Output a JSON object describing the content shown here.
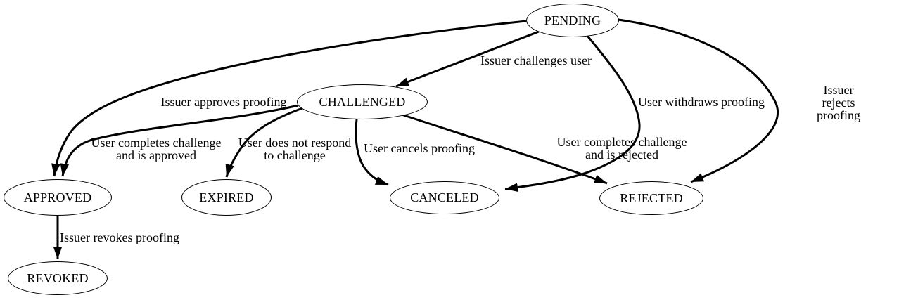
{
  "colors": {
    "background": "#ffffff",
    "node_fill": "#ffffff",
    "stroke": "#000000",
    "text": "#000000"
  },
  "nodes": {
    "pending": {
      "label": "PENDING"
    },
    "challenged": {
      "label": "CHALLENGED"
    },
    "approved": {
      "label": "APPROVED"
    },
    "expired": {
      "label": "EXPIRED"
    },
    "canceled": {
      "label": "CANCELED"
    },
    "rejected": {
      "label": "REJECTED"
    },
    "revoked": {
      "label": "REVOKED"
    }
  },
  "edges": {
    "pending_to_challenged": {
      "from": "PENDING",
      "to": "CHALLENGED",
      "label": "Issuer challenges user"
    },
    "pending_to_approved": {
      "from": "PENDING",
      "to": "APPROVED",
      "label": "Issuer approves proofing"
    },
    "pending_to_canceled": {
      "from": "PENDING",
      "to": "CANCELED",
      "label": "User withdraws proofing"
    },
    "pending_to_rejected": {
      "from": "PENDING",
      "to": "REJECTED",
      "label": "Issuer rejects proofing"
    },
    "challenged_to_approved": {
      "from": "CHALLENGED",
      "to": "APPROVED",
      "label": "User completes challenge\nand is approved"
    },
    "challenged_to_expired": {
      "from": "CHALLENGED",
      "to": "EXPIRED",
      "label": "User does not respond\nto challenge"
    },
    "challenged_to_canceled": {
      "from": "CHALLENGED",
      "to": "CANCELED",
      "label": "User cancels proofing"
    },
    "challenged_to_rejected": {
      "from": "CHALLENGED",
      "to": "REJECTED",
      "label": "User completes challenge\nand is rejected"
    },
    "approved_to_revoked": {
      "from": "APPROVED",
      "to": "REVOKED",
      "label": "Issuer revokes proofing"
    }
  }
}
